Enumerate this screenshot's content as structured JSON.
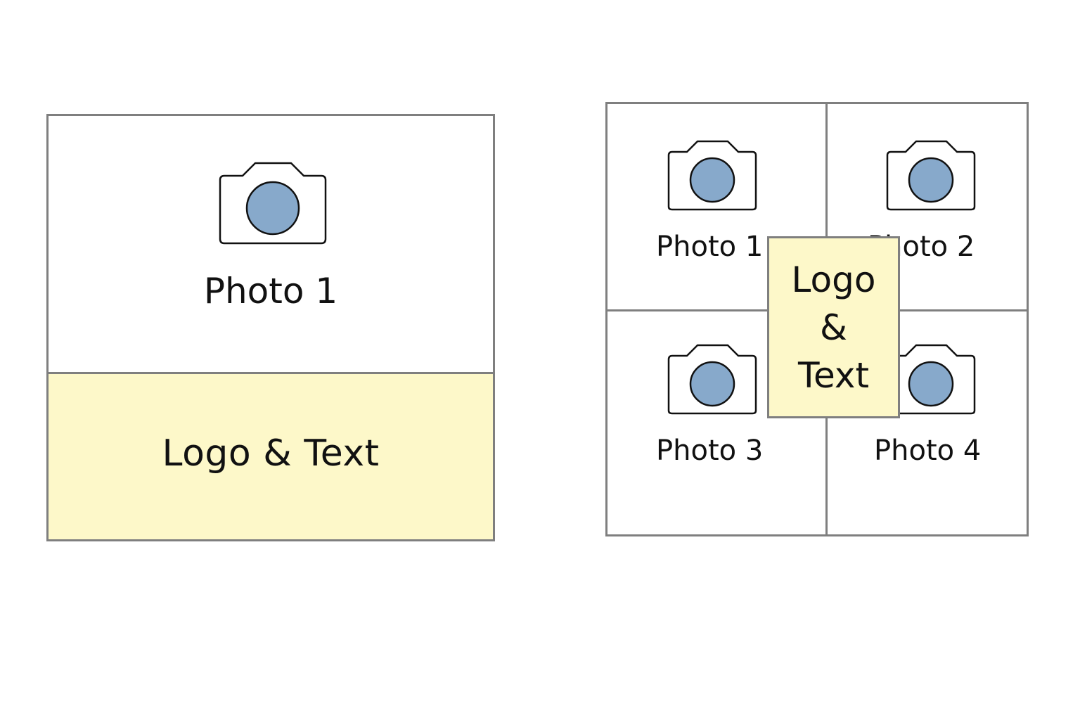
{
  "layouts": [
    {
      "photo_label": "Photo 1",
      "logo_label": "Logo & Text"
    },
    {
      "photos": [
        {
          "label": "Photo 1"
        },
        {
          "label": "Photo 2"
        },
        {
          "label": "Photo 3"
        },
        {
          "label": "Photo 4"
        }
      ],
      "logo_lines": [
        "Logo",
        "&",
        "Text"
      ]
    }
  ],
  "colors": {
    "border": "#7f7f7f",
    "logo_fill": "#fdf8c9",
    "lens_fill": "#87a9cb",
    "text": "#111111"
  },
  "icons": {
    "photo_icon": "camera-icon"
  }
}
